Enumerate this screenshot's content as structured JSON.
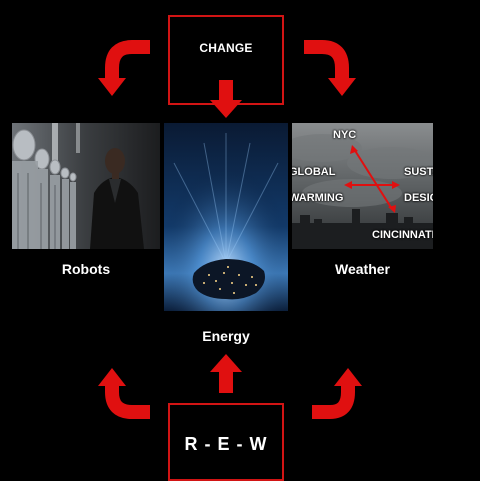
{
  "top_box": {
    "label": "CHANGE"
  },
  "bottom_box": {
    "label": "R - E - W"
  },
  "panels": {
    "robots": {
      "caption": "Robots"
    },
    "energy": {
      "caption": "Energy"
    },
    "weather": {
      "caption": "Weather",
      "overlay": {
        "top": "NYC",
        "left_line1": "GLOBAL",
        "left_line2": "WARMING",
        "right_line1": "SUSTAINABLE",
        "right_line2": "DESIGN",
        "bottom": "CINCINNATI"
      }
    }
  },
  "colors": {
    "background": "#000000",
    "accent": "#e01010",
    "text": "#ffffff"
  }
}
